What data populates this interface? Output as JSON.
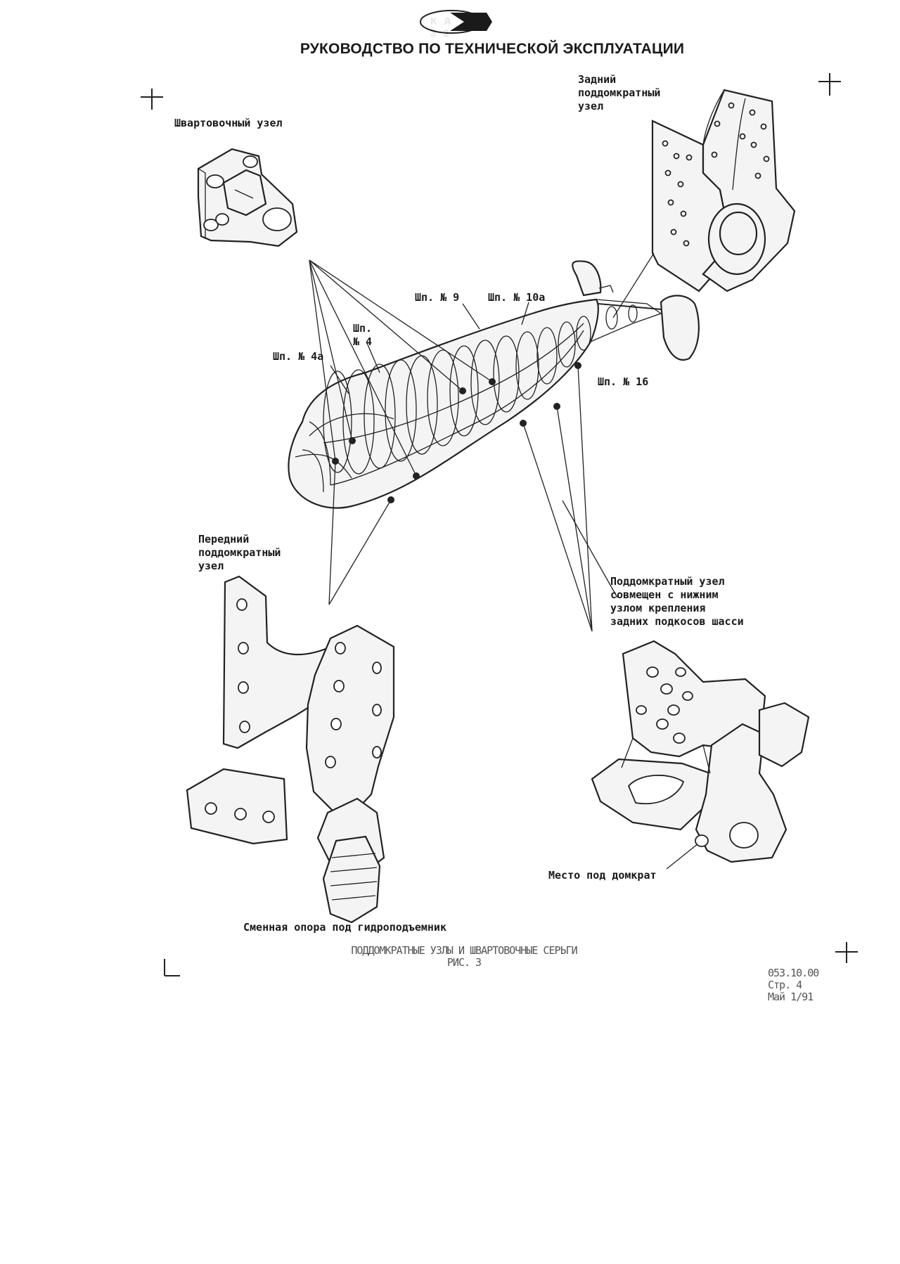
{
  "header": {
    "logo_text": "КА 32",
    "title": "РУКОВОДСТВО ПО ТЕХНИЧЕСКОЙ ЭКСПЛУАТАЦИИ"
  },
  "labels": {
    "mooring_node": "Швартовочный узел",
    "rear_jack_node": "Задний\nподдомкратный\nузел",
    "frame_9": "Шп. № 9",
    "frame_10a": "Шп. № 10а",
    "frame_4": "Шп.\n№ 4",
    "frame_4a": "Шп. № 4а",
    "frame_16": "Шп. № 16",
    "front_jack_node": "Передний\nподдомкратный\nузел",
    "combined_jack_node": "Поддомкратный узел\nсовмещен с нижним\nузлом крепления\nзадних подкосов шасси",
    "jack_place": "Место под домкрат",
    "replaceable_support": "Сменная опора под гидроподъемник"
  },
  "caption": {
    "line1": "ПОДДОМКРАТНЫЕ УЗЛЫ И ШВАРТОВОЧНЫЕ СЕРЬГИ",
    "line2": "РИС. 3"
  },
  "footer_ref": {
    "code": "053.10.00",
    "page": "Стр. 4",
    "date": "Май 1/91"
  }
}
